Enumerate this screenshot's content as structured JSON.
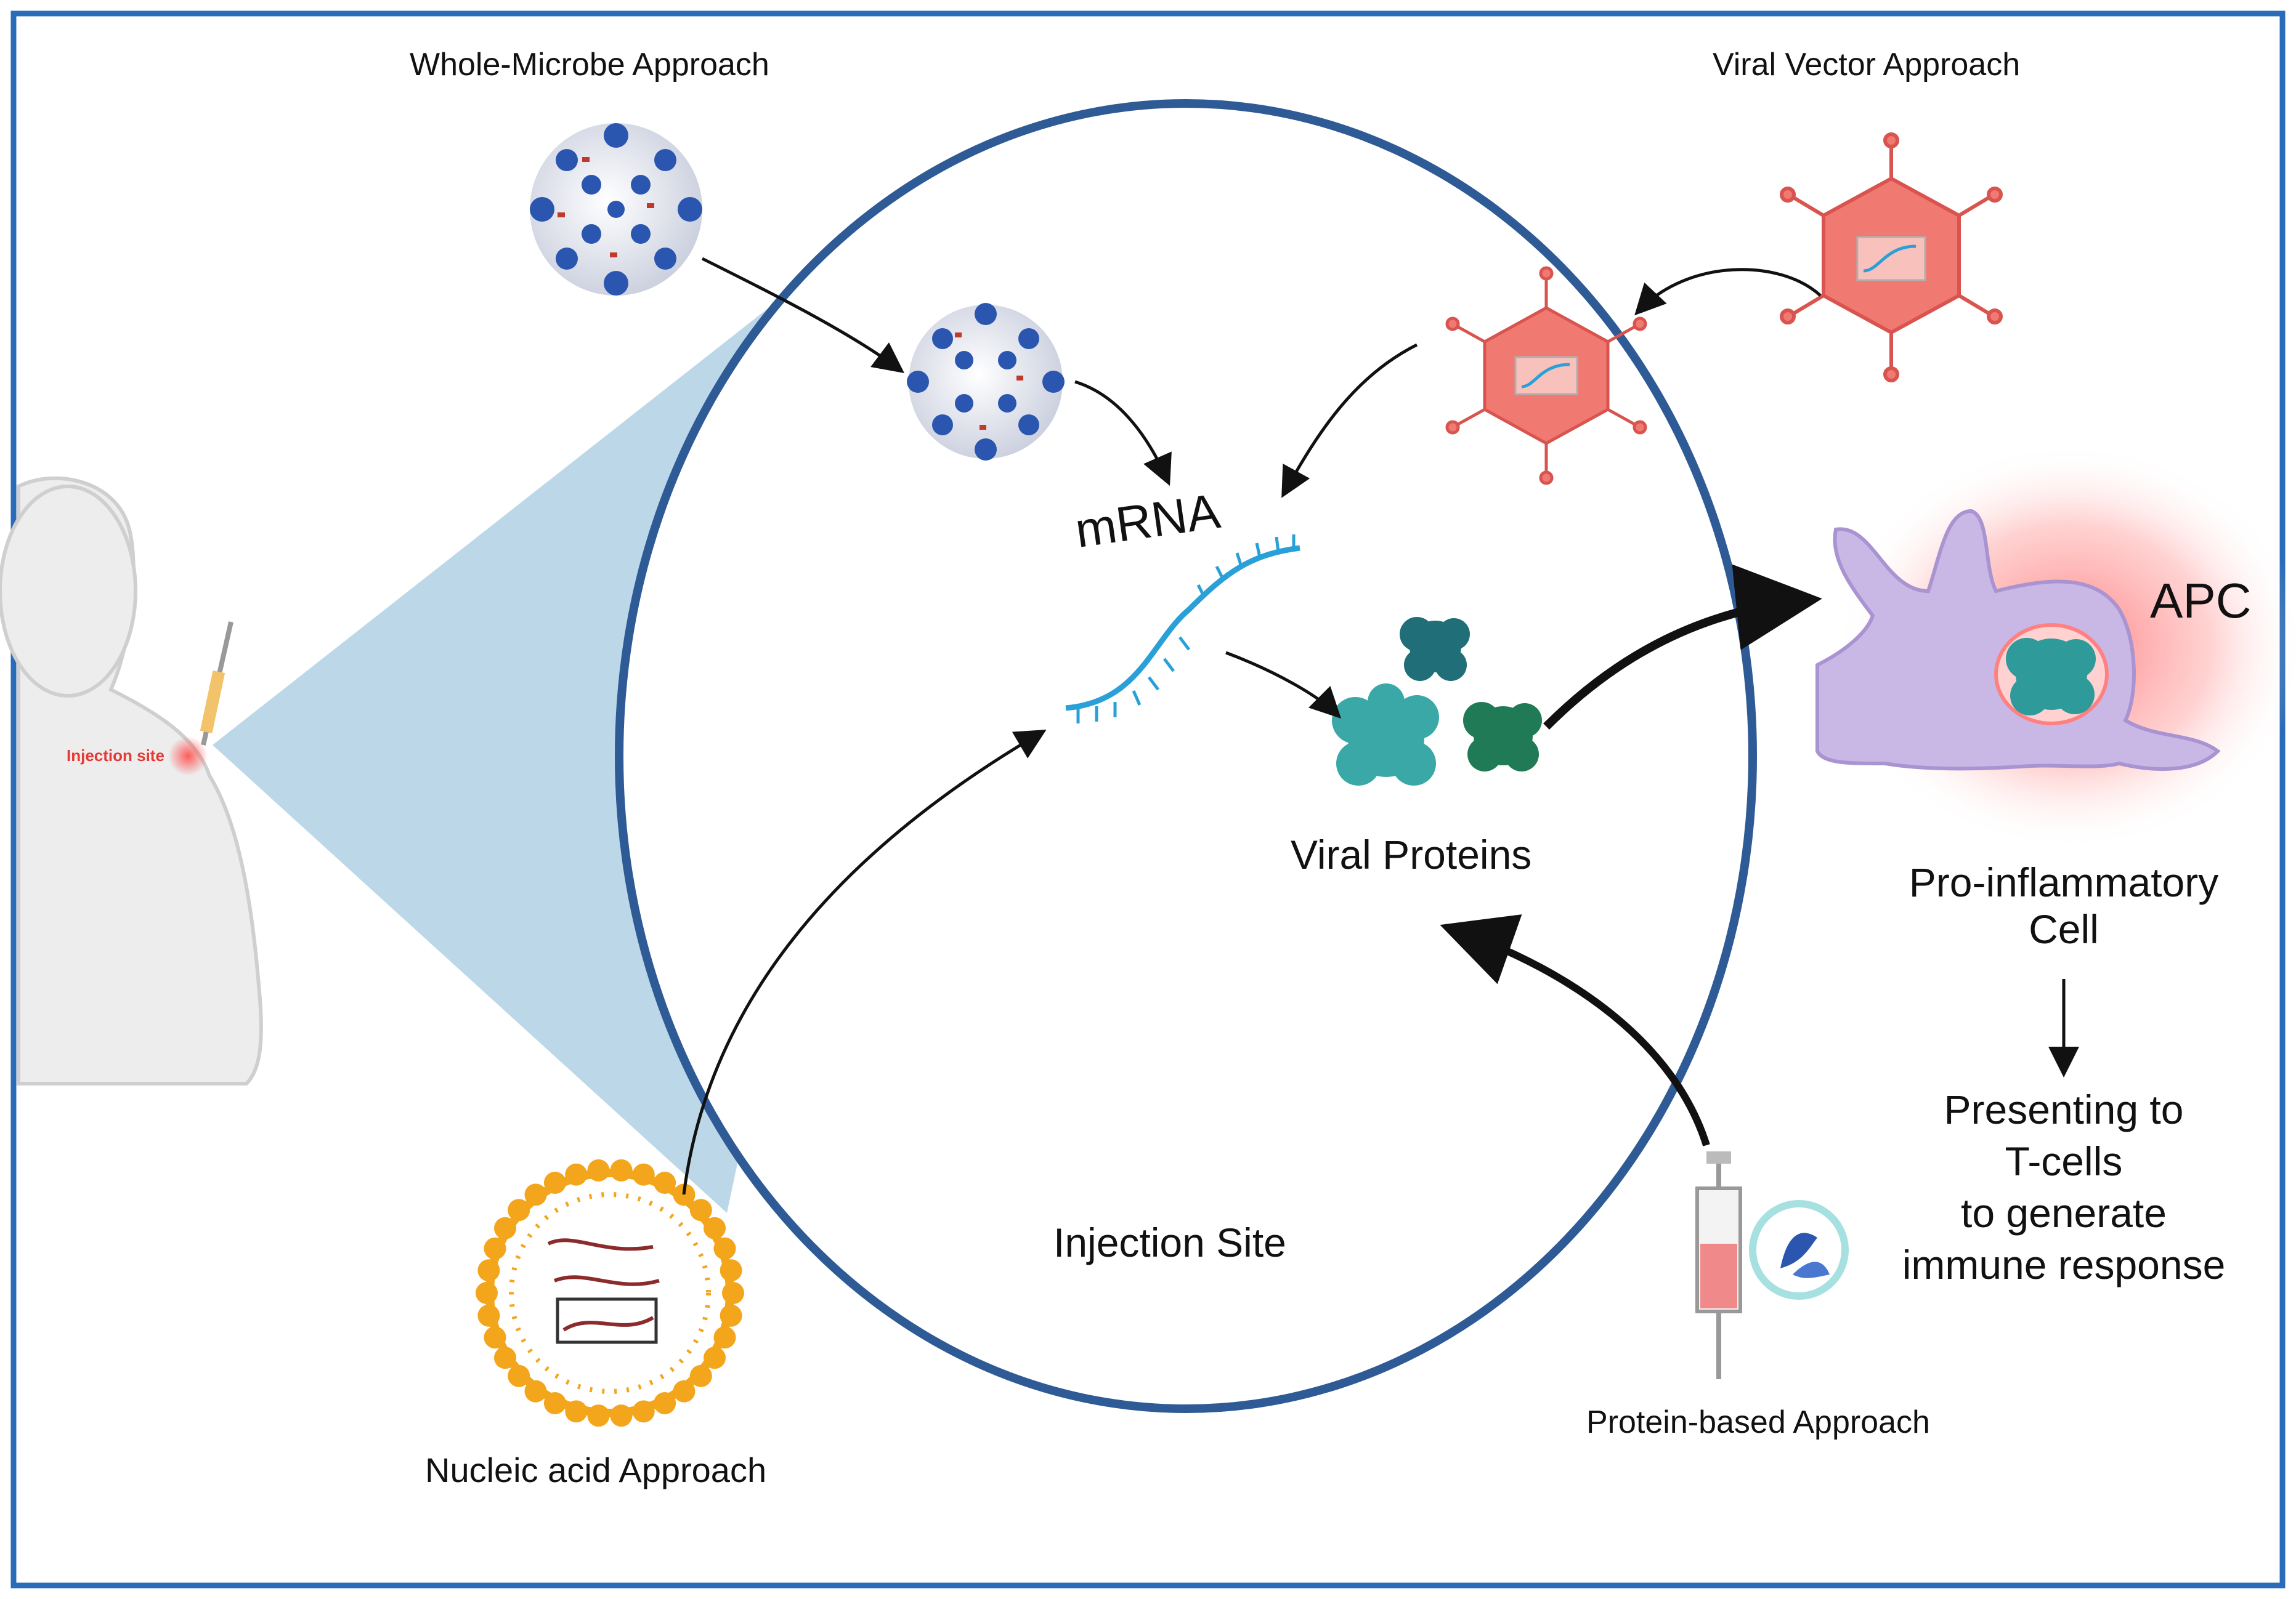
{
  "labels": {
    "whole_microbe": "Whole-Microbe Approach",
    "viral_vector": "Viral Vector Approach",
    "mrna": "mRNA",
    "viral_proteins": "Viral Proteins",
    "apc": "APC",
    "pro_inflammatory_line1": "Pro-inflammatory",
    "pro_inflammatory_line2": "Cell",
    "presenting_line1": "Presenting to",
    "presenting_line2": "T-cells",
    "presenting_line3": "to generate",
    "presenting_line4": "immune response",
    "injection_site_body": "Injection site",
    "injection_site_circle": "Injection Site",
    "nucleic_acid": "Nucleic acid Approach",
    "protein_based": "Protein-based Approach"
  },
  "colors": {
    "border": "#2b6cb8",
    "circle": "#2e5a96",
    "wedge": "#b5d4e6",
    "virus_blue": "#2b56b0",
    "vector_red": "#f07a72",
    "mrna": "#2aa0d8",
    "protein_teal": "#3aa8a6",
    "protein_dark": "#1f6e78",
    "protein_green": "#1f7a55",
    "apc_cell": "#c9b8e6",
    "lipid": "#f3a51c"
  }
}
